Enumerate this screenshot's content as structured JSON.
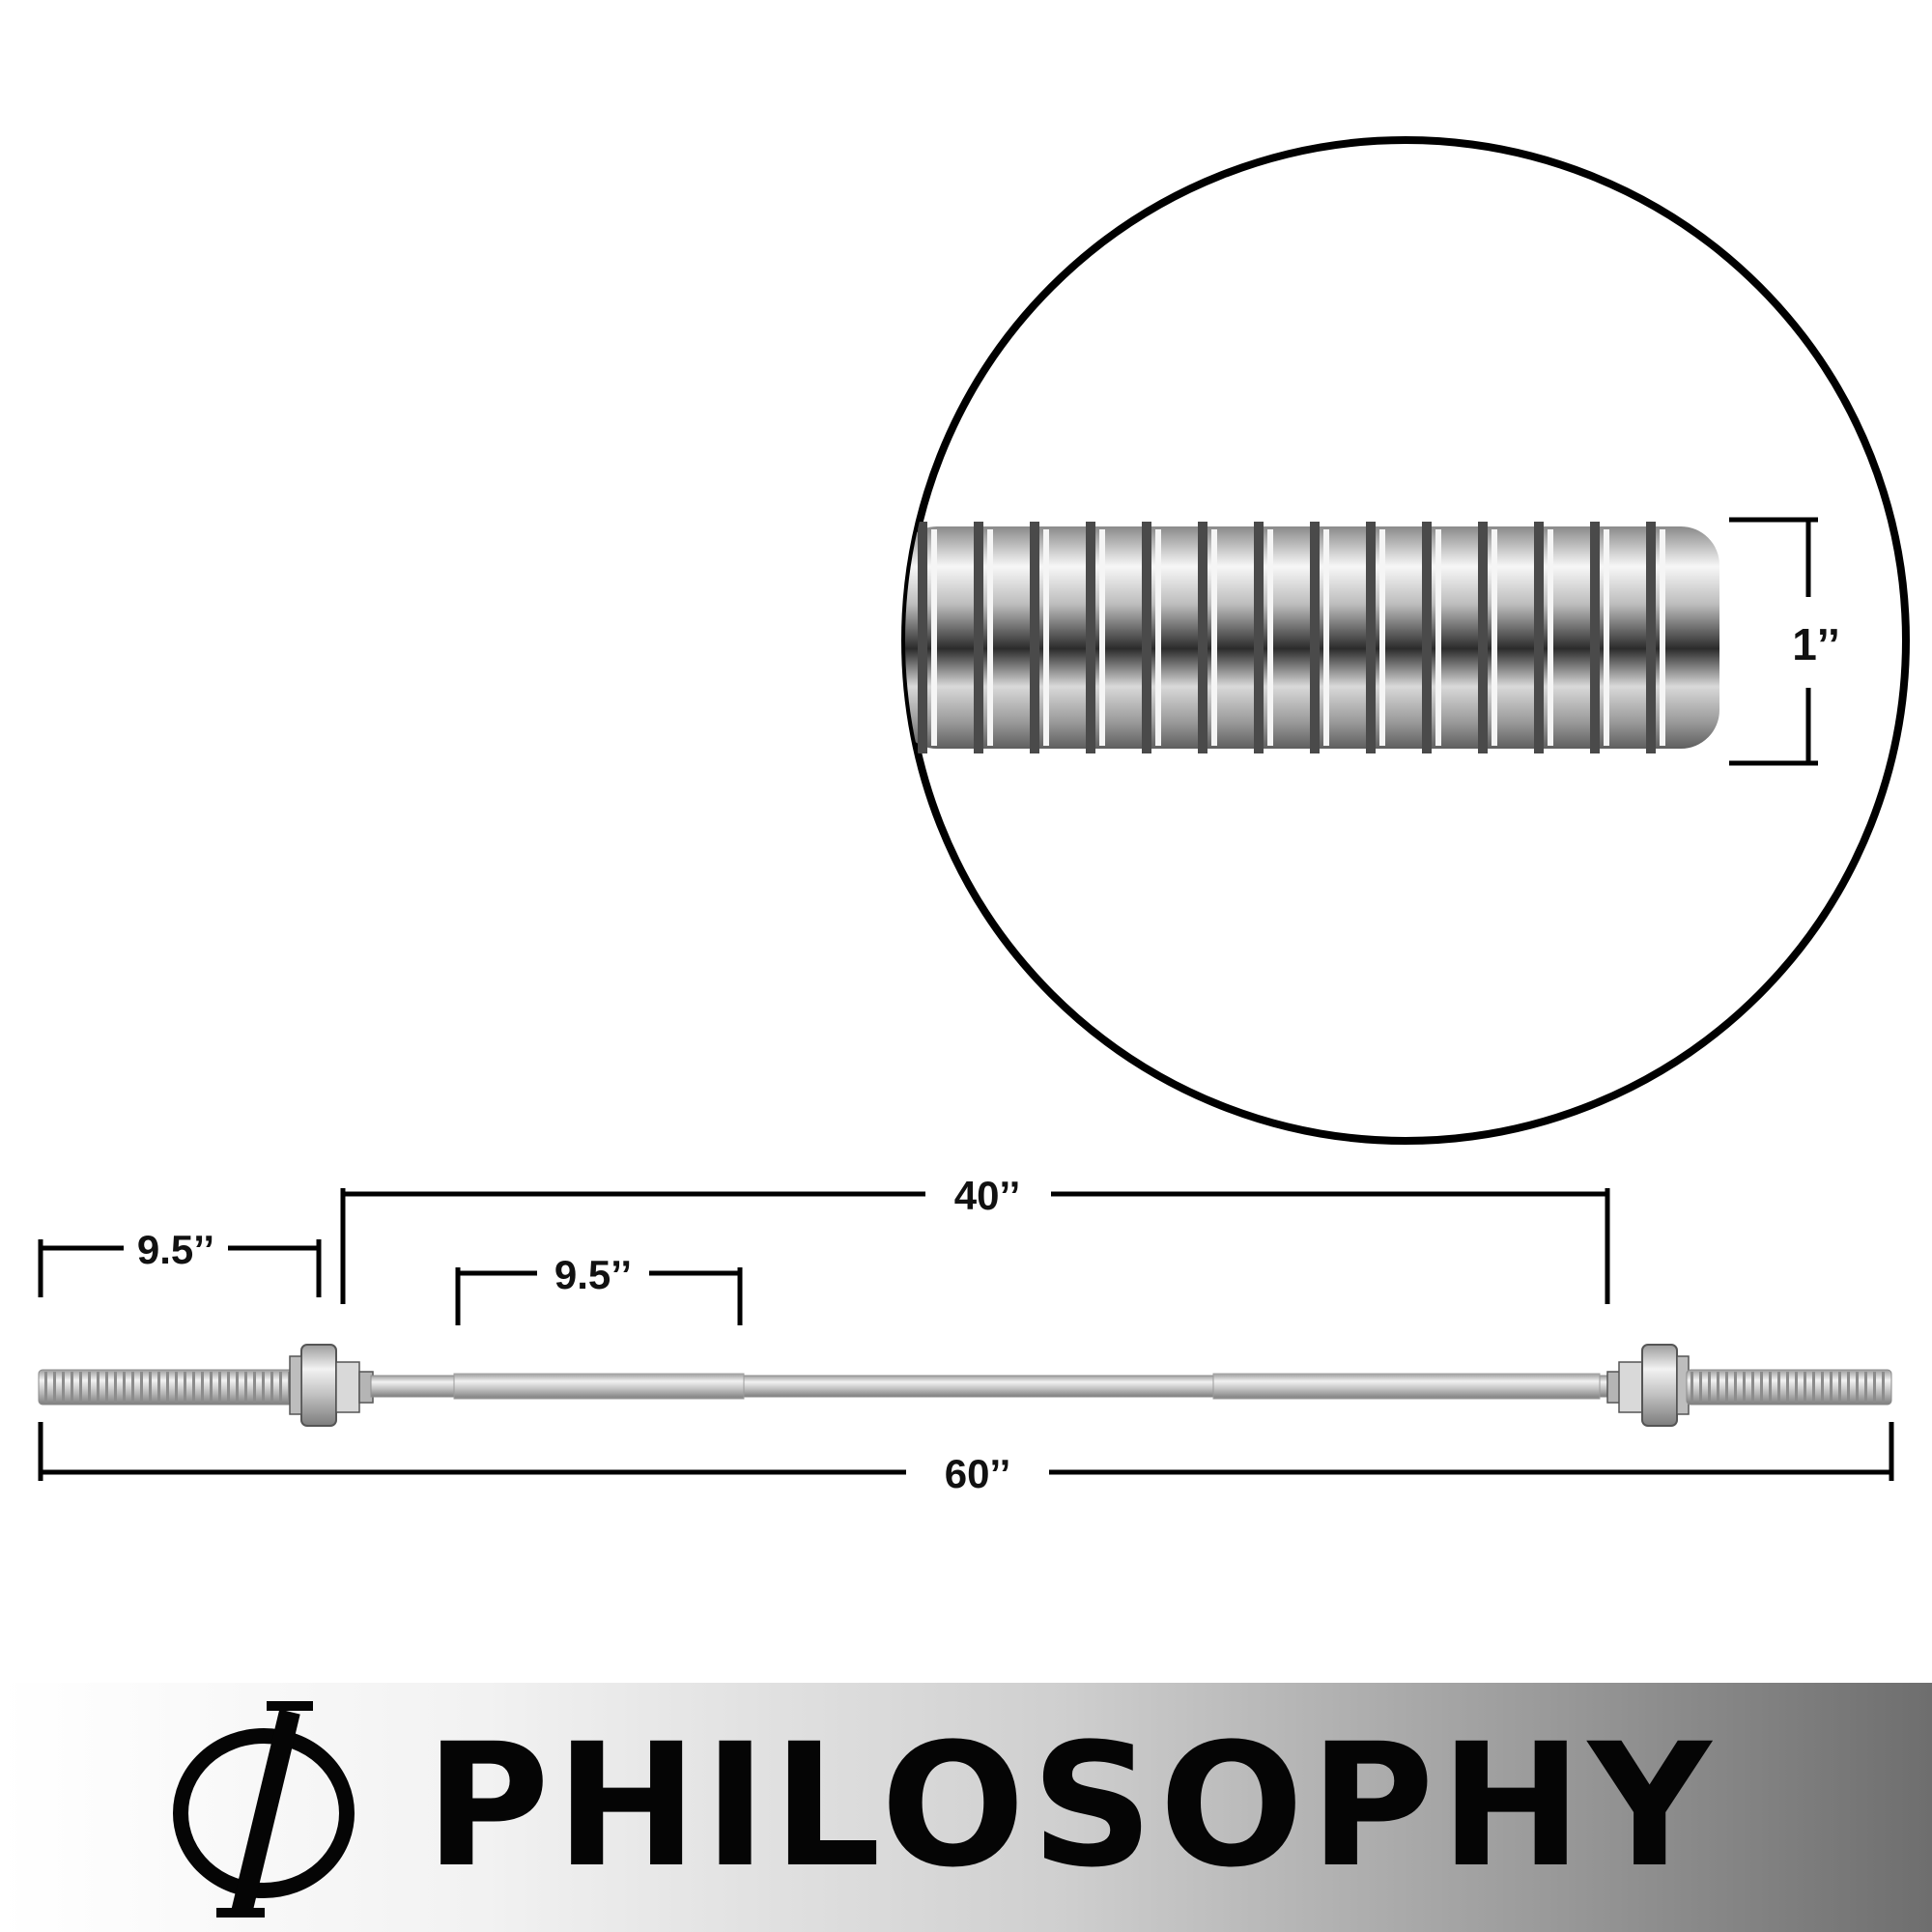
{
  "zoom_callout": {
    "diameter_label": "1’’"
  },
  "dimensions": {
    "overall_length": "60’’",
    "inner_length": "40’’",
    "sleeve_length": "9.5’’",
    "grip_length": "9.5’’"
  },
  "brand": {
    "name": "PHILOSOPHY",
    "logo_icon": "phi-logo-icon"
  },
  "colors": {
    "outline": "#000000",
    "chrome_light": "#f4f4f4",
    "chrome_dark": "#7a7a7a",
    "banner_dark": "#6e6e6e"
  }
}
